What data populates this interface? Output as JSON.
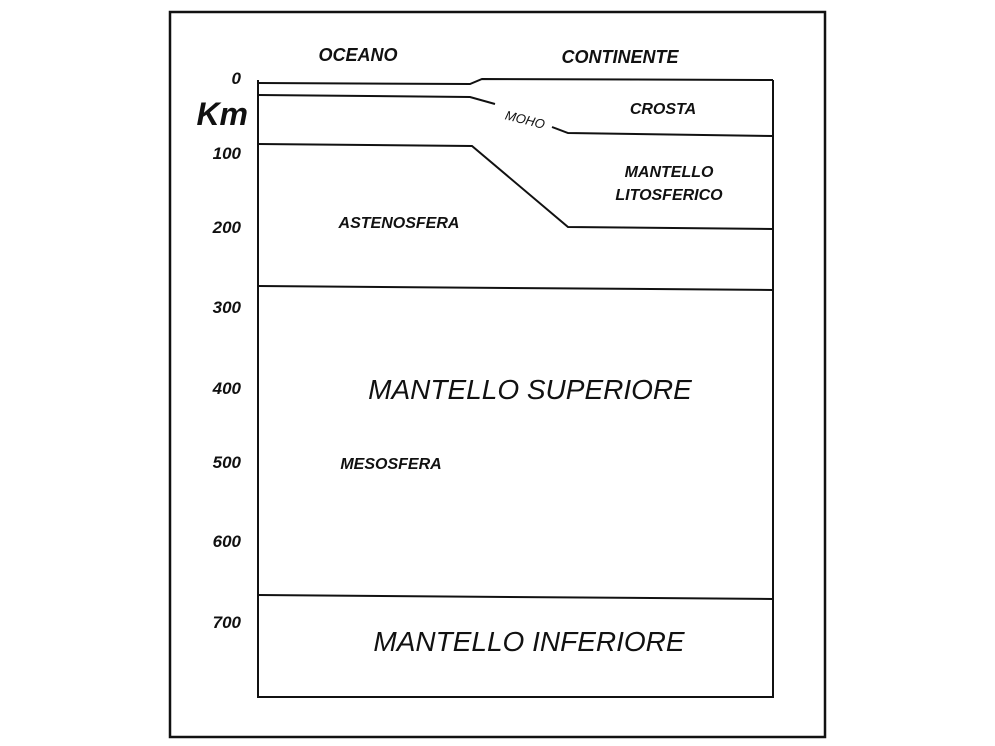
{
  "header": {
    "ocean_label": "OCEANO",
    "continent_label": "CONTINENTE"
  },
  "axis": {
    "unit_label": "Km",
    "ticks": [
      "0",
      "100",
      "200",
      "300",
      "400",
      "500",
      "600",
      "700"
    ]
  },
  "layers": {
    "moho_label": "MOHO",
    "crust_label": "CROSTA",
    "lithospheric_mantle_label_line1": "MANTELLO",
    "lithospheric_mantle_label_line2": "LITOSFERICO",
    "asthenosphere_label": "ASTENOSFERA",
    "upper_mantle_label": "MANTELLO SUPERIORE",
    "mesosphere_label": "MESOSFERA",
    "lower_mantle_label": "MANTELLO INFERIORE"
  },
  "colors": {
    "ink": "#111111",
    "background": "#ffffff"
  }
}
